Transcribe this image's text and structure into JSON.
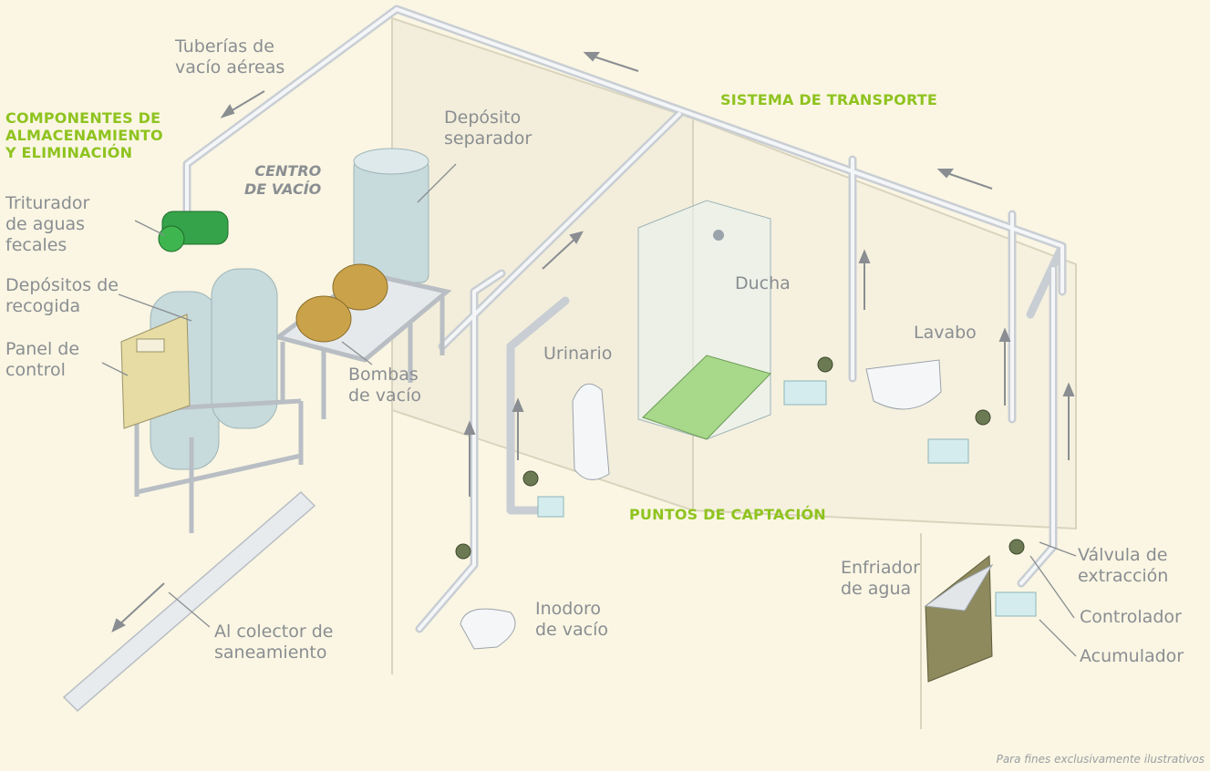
{
  "colors": {
    "background": "#faf6e3",
    "accent": "#8fc31f",
    "label_gray": "#8a8e92",
    "pipe": "#e9ecf0",
    "tank": "#c7dadc",
    "shower_tray": "#a8d98a"
  },
  "sections": {
    "storage": "COMPONENTES DE\nALMACENAMIENTO\nY ELIMINACIÓN",
    "transport": "SISTEMA DE TRANSPORTE",
    "collection": "PUNTOS DE CAPTACIÓN"
  },
  "center_label": "CENTRO\nDE VACÍO",
  "labels": {
    "overhead_pipes": "Tuberías de\nvacío aéreas",
    "separator_tank": "Depósito\nseparador",
    "macerator": "Triturador\nde aguas\nfecales",
    "collection_tanks": "Depósitos de\nrecogida",
    "control_panel": "Panel de\ncontrol",
    "vacuum_pumps": "Bombas\nde vacío",
    "urinal": "Urinario",
    "shower": "Ducha",
    "sink": "Lavabo",
    "water_cooler": "Enfriador\nde agua",
    "extraction_valve": "Válvula de\nextracción",
    "controller": "Controlador",
    "accumulator": "Acumulador",
    "vacuum_toilet": "Inodoro\nde vacío",
    "sewer": "Al colector de\nsaneamiento"
  },
  "footer": "Para fines exclusivamente ilustrativos"
}
